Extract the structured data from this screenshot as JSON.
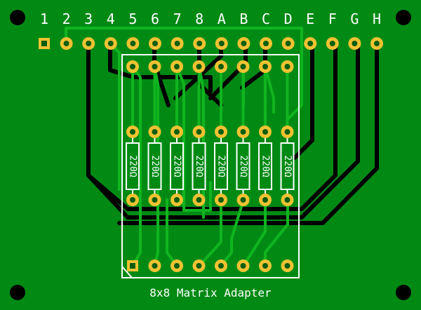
{
  "board": {
    "title": "8x8 Matrix Adapter",
    "header_labels": [
      "1",
      "2",
      "3",
      "4",
      "5",
      "6",
      "7",
      "8",
      "A",
      "B",
      "C",
      "D",
      "E",
      "F",
      "G",
      "H"
    ],
    "resistor_label": "220Ω",
    "resistor_count": 8,
    "colors": {
      "board": "#008a14",
      "copper_bottom": "#000000",
      "copper_top": "#0fb51f",
      "pad_ring": "#f1c232",
      "drill": "#0b5e10",
      "silkscreen": "#ffffff",
      "mount_hole": "#000000"
    }
  }
}
